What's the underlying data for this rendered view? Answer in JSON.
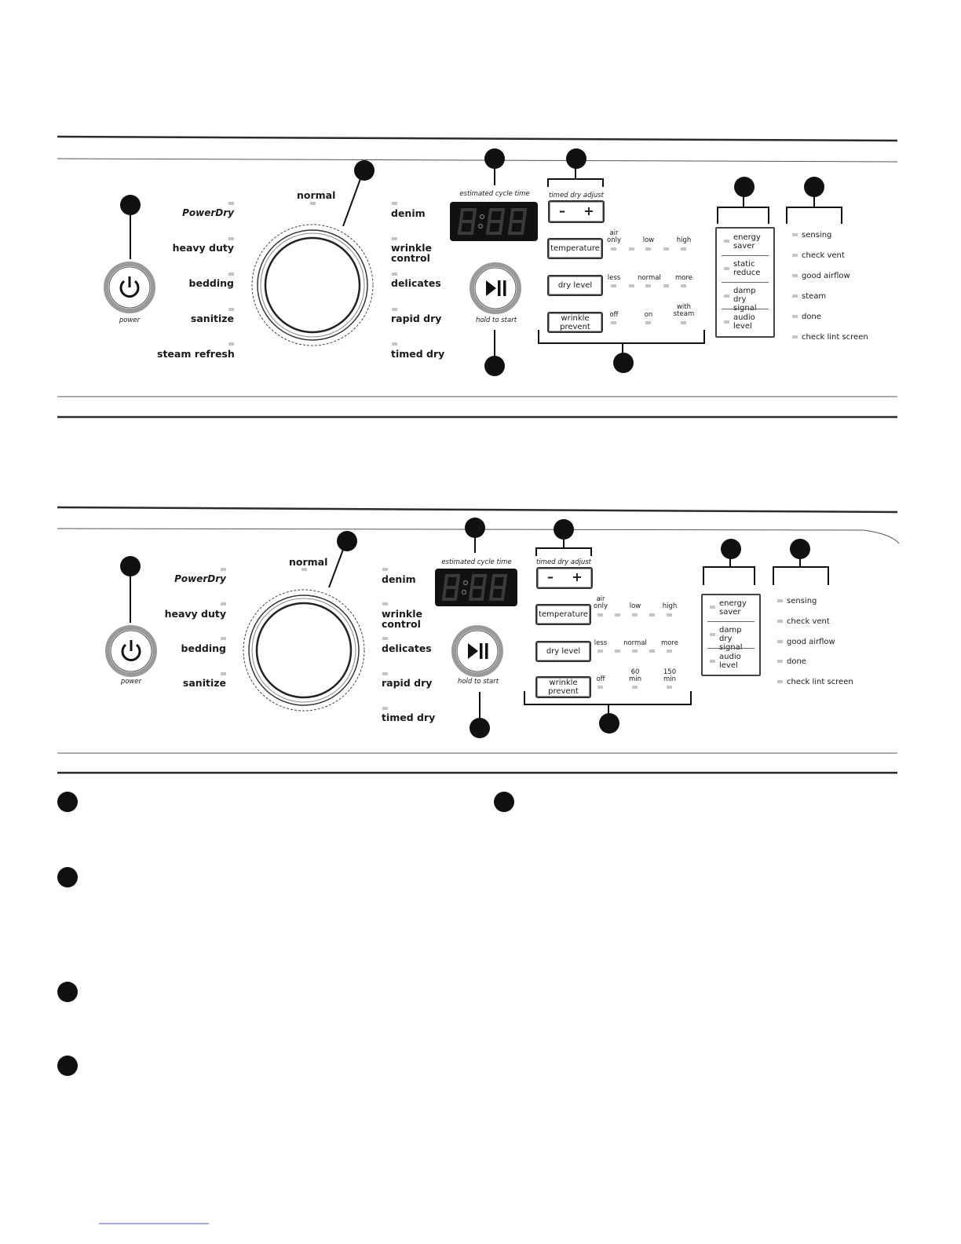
{
  "panel_top": {
    "cycles_left": [
      "PowerDry",
      "heavy duty",
      "bedding",
      "sanitize",
      "steam refresh"
    ],
    "cycle_top": "normal",
    "cycles_right": [
      "denim",
      "wrinkle control",
      "delicates",
      "rapid dry",
      "timed dry"
    ],
    "power_label": "power",
    "estimated_cycle_time": "estimated cycle time",
    "hold_to_start": "hold to start",
    "timed_dry_adjust": "timed dry adjust",
    "minus": "–",
    "plus": "+",
    "options": [
      {
        "button": "temperature",
        "settings": [
          "air only",
          "low",
          "high"
        ]
      },
      {
        "button": "dry level",
        "settings": [
          "less",
          "normal",
          "more"
        ]
      },
      {
        "button": "wrinkle prevent",
        "settings": [
          "off",
          "on",
          "with steam"
        ]
      }
    ],
    "box_options": [
      "energy saver",
      "static reduce",
      "damp dry signal",
      "audio level"
    ],
    "indicators": [
      "sensing",
      "check vent",
      "good airflow",
      "steam",
      "done",
      "check lint screen"
    ]
  },
  "panel_bottom": {
    "cycles_left": [
      "PowerDry",
      "heavy duty",
      "bedding",
      "sanitize"
    ],
    "cycle_top": "normal",
    "cycles_right": [
      "denim",
      "wrinkle control",
      "delicates",
      "rapid dry",
      "timed dry"
    ],
    "power_label": "power",
    "estimated_cycle_time": "estimated cycle time",
    "hold_to_start": "hold to start",
    "timed_dry_adjust": "timed dry adjust",
    "minus": "–",
    "plus": "+",
    "options": [
      {
        "button": "temperature",
        "settings": [
          "air only",
          "low",
          "high"
        ]
      },
      {
        "button": "dry level",
        "settings": [
          "less",
          "normal",
          "more"
        ]
      },
      {
        "button": "wrinkle prevent",
        "settings": [
          "off",
          "60 min",
          "150 min"
        ]
      }
    ],
    "box_options": [
      "energy saver",
      "damp dry signal",
      "audio level"
    ],
    "indicators": [
      "sensing",
      "check vent",
      "good airflow",
      "done",
      "check lint screen"
    ]
  }
}
